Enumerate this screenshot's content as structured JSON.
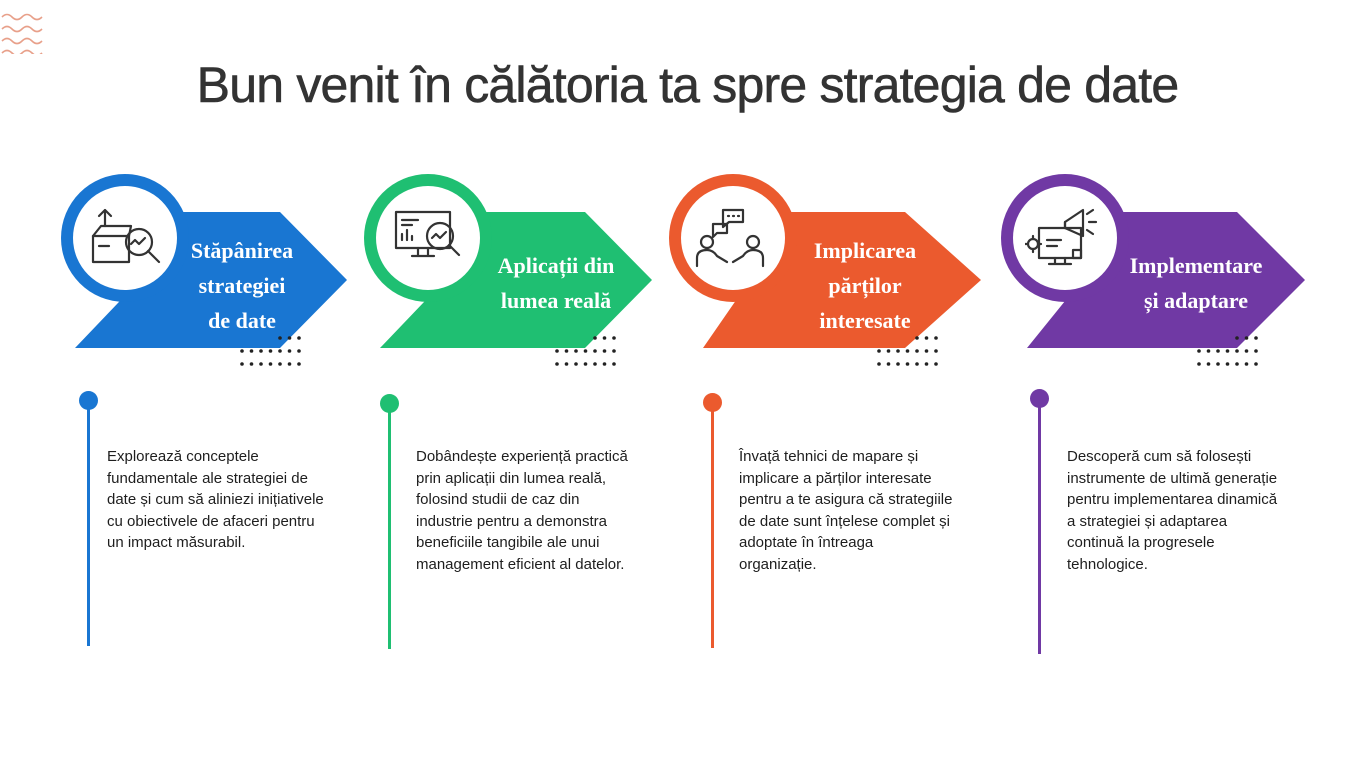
{
  "title": "Bun venit în călătoria ta spre strategia de date",
  "steps": [
    {
      "color": "#1976d2",
      "icon": "box-analytics-icon",
      "title_lines": [
        "Stăpânirea",
        "strategiei",
        "de date"
      ],
      "desc_lines": [
        "Explorează conceptele",
        "fundamentale ale strategiei de",
        "date și cum să aliniezi inițiativele",
        "cu obiectivele de afaceri pentru",
        "un impact măsurabil."
      ]
    },
    {
      "color": "#1fbf72",
      "icon": "dashboard-search-icon",
      "title_lines": [
        "Aplicații din",
        "lumea reală"
      ],
      "desc_lines": [
        "Dobândește experiență practică",
        "prin aplicații din lumea reală,",
        "folosind studii de caz din",
        "industrie pentru a demonstra",
        "beneficiile tangibile ale unui",
        "management eficient al datelor."
      ]
    },
    {
      "color": "#eb5a2e",
      "icon": "people-chat-icon",
      "title_lines": [
        "Implicarea",
        "părților",
        "interesate"
      ],
      "desc_lines": [
        "Învață tehnici de mapare și",
        "implicare a părților interesate",
        "pentru a te asigura că strategiile",
        "de date sunt înțelese complet și",
        "adoptate în întreaga",
        "organizație."
      ]
    },
    {
      "color": "#7039a4",
      "icon": "megaphone-monitor-icon",
      "title_lines": [
        "Implementare",
        "și adaptare"
      ],
      "desc_lines": [
        "Descoperă cum să folosești",
        "instrumente de ultimă generație",
        "pentru implementarea dinamică",
        "a strategiei și adaptarea",
        "continuă la progresele",
        "tehnologice."
      ]
    }
  ]
}
